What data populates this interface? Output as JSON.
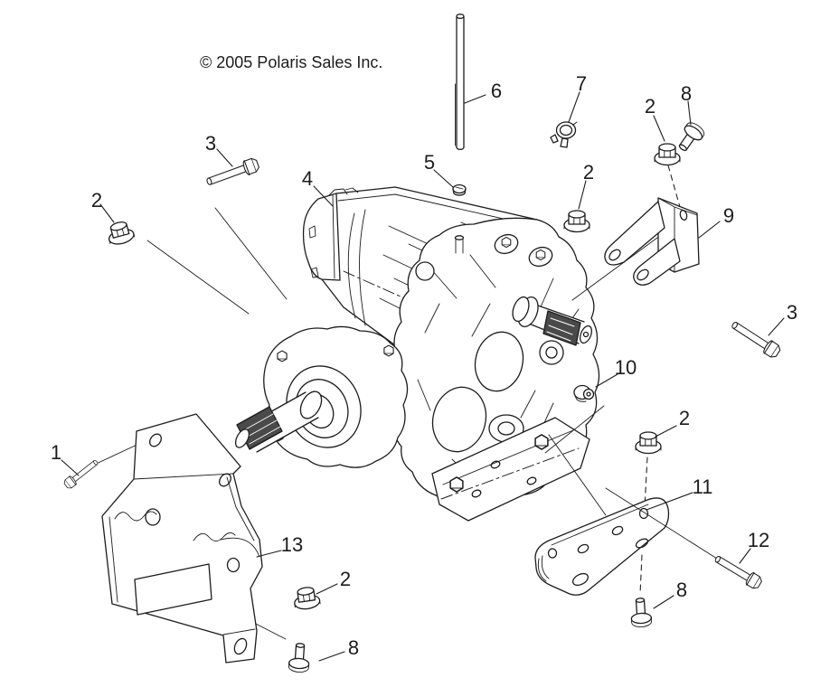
{
  "page": {
    "background_color": "#ffffff",
    "copyright": "© 2005 Polaris Sales Inc."
  },
  "diagram": {
    "line_color": "#1c1c1c",
    "spline_fill_color": "#4a4a4a",
    "callouts": [
      {
        "label": "1",
        "part": "hex-flange-bolt"
      },
      {
        "label": "2",
        "part": "hex-flange-nut"
      },
      {
        "label": "3",
        "part": "hex-flange-bolt-long"
      },
      {
        "label": "4",
        "part": "gearcase-assembly"
      },
      {
        "label": "5",
        "part": "vent-fitting"
      },
      {
        "label": "6",
        "part": "vent-tube"
      },
      {
        "label": "7",
        "part": "hose-clamp"
      },
      {
        "label": "2",
        "part": "hex-flange-nut"
      },
      {
        "label": "8",
        "part": "flange-screw"
      },
      {
        "label": "9",
        "part": "mount-bracket-upper-right"
      },
      {
        "label": "2",
        "part": "hex-flange-nut"
      },
      {
        "label": "3",
        "part": "hex-flange-bolt-long"
      },
      {
        "label": "10",
        "part": "plug-screw"
      },
      {
        "label": "2",
        "part": "hex-flange-nut"
      },
      {
        "label": "11",
        "part": "mount-bracket-lower-right"
      },
      {
        "label": "12",
        "part": "hex-bolt-long"
      },
      {
        "label": "8",
        "part": "flange-screw"
      },
      {
        "label": "13",
        "part": "mount-bracket-left"
      },
      {
        "label": "2",
        "part": "hex-flange-nut"
      },
      {
        "label": "8",
        "part": "flange-screw"
      }
    ]
  }
}
